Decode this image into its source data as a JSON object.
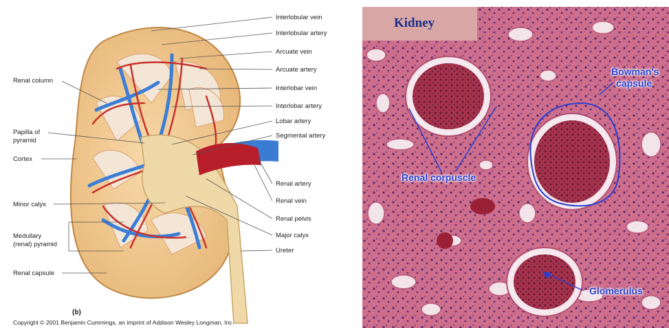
{
  "diagram": {
    "figure_letter": "(b)",
    "copyright": "Copyright © 2001 Benjamin Cummings, an imprint of Addison Wesley Longman, Inc.",
    "right_labels": [
      "Interlobular vein",
      "Interlobular artery",
      "Arcuate vein",
      "Arcuate artery",
      "Interlobar vein",
      "Interlobar artery",
      "Lobar artery",
      "Segmental artery",
      "Renal artery",
      "Renal vein",
      "Renal pelvis",
      "Major calyx",
      "Ureter"
    ],
    "left_labels": {
      "renal_column": "Renal column",
      "papilla_line1": "Papilla of",
      "papilla_line2": "pyramid",
      "cortex": "Cortex",
      "minor_calyx": "Minor calyx",
      "medullary_line1": "Medullary",
      "medullary_line2": "(renal) pyramid",
      "renal_capsule": "Renal capsule"
    }
  },
  "micrograph": {
    "title": "Kidney",
    "labels": {
      "bowmans_line1": "Bowman's",
      "bowmans_line2": "capsule",
      "renal_corpuscle": "Renal corpuscle",
      "glomerulus": "Glomerulus"
    },
    "colors": {
      "stain": "#c96a8a",
      "nuclei": "#5a2a6a",
      "annotation": "#2a3fd0"
    }
  }
}
